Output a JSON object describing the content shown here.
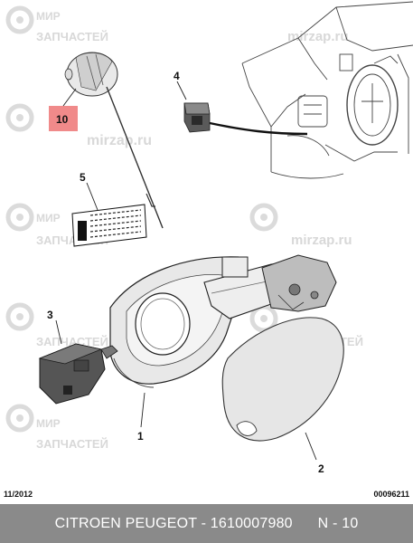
{
  "watermark": {
    "brand_ru_1": "МИР",
    "brand_ru_2": "ЗАПЧАСТЕЙ",
    "brand_domain": "mirzap.ru",
    "brand_ru_full": "ЗАПЧАСТЕЙ"
  },
  "callouts": {
    "c1": "1",
    "c2": "2",
    "c3": "3",
    "c4": "4",
    "c5": "5",
    "c10": "10"
  },
  "colors": {
    "highlight": "#f08a8a",
    "bar": "#8a8a8a",
    "line": "#222222"
  },
  "footer": {
    "date": "11/2012",
    "ref": "00096211"
  },
  "title_bar": {
    "text": "CITROEN PEUGEOT - 1610007980      N - 10"
  }
}
